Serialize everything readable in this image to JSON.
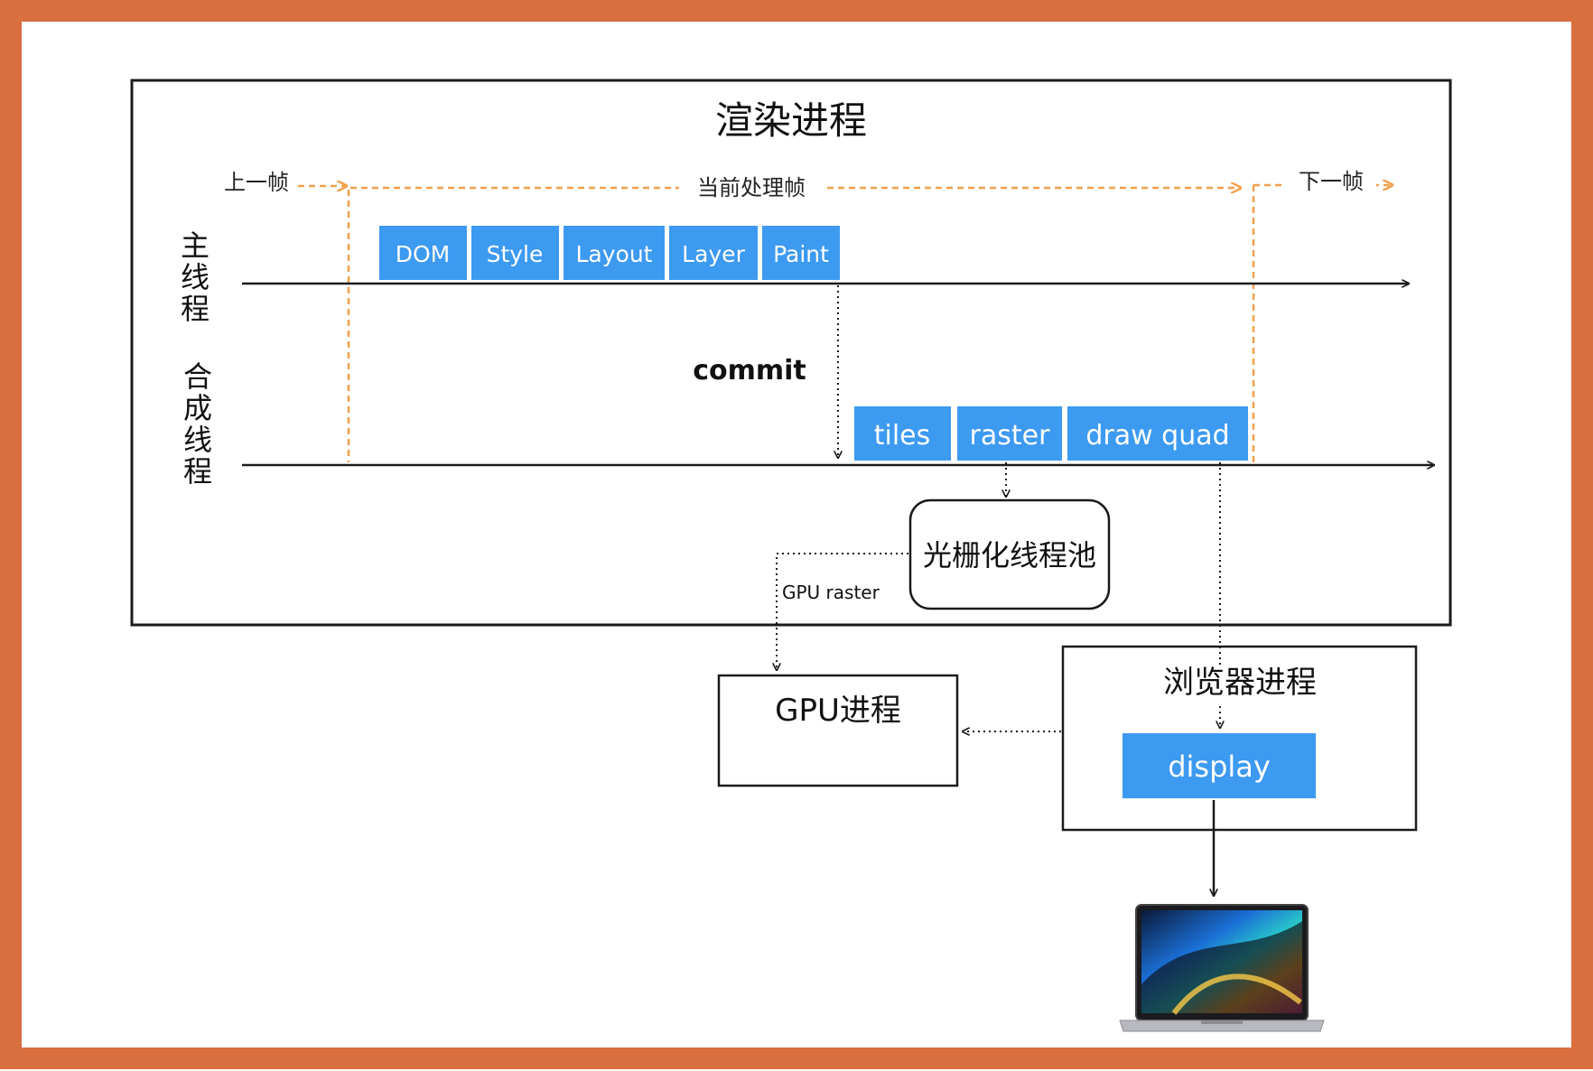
{
  "frame": {
    "border_color": "#d96e3f"
  },
  "render_process": {
    "title": "渲染进程",
    "main_thread_label": [
      "主",
      "线",
      "程"
    ],
    "compositor_thread_label": [
      "合",
      "成",
      "线",
      "程"
    ],
    "prev_frame": "上一帧",
    "current_frame": "当前处理帧",
    "next_frame": "下一帧",
    "main_steps": [
      "DOM",
      "Style",
      "Layout",
      "Layer",
      "Paint"
    ],
    "commit": "commit",
    "compositor_steps": [
      "tiles",
      "raster",
      "draw quad"
    ],
    "raster_pool": "光栅化线程池",
    "gpu_raster": "GPU raster"
  },
  "gpu_process": {
    "title": "GPU进程"
  },
  "browser_process": {
    "title": "浏览器进程",
    "display": "display"
  },
  "colors": {
    "step_fill": "#3d9af1",
    "step_text": "#ffffff",
    "frame_arrow": "#f0a04b",
    "line": "#1a1a1a"
  },
  "icons": {
    "laptop": "laptop-icon"
  }
}
